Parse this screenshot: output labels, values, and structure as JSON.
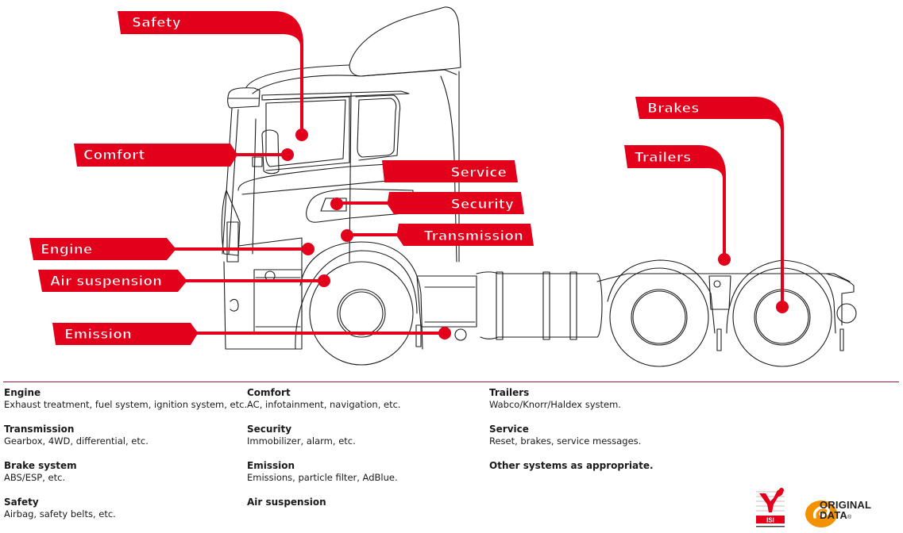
{
  "colors": {
    "accent": "#e2001a",
    "divider": "#a5173a",
    "logo_orange": "#f39200",
    "line": "#1c1c1c"
  },
  "callouts": [
    {
      "id": "safety",
      "label": "Safety"
    },
    {
      "id": "comfort",
      "label": "Comfort"
    },
    {
      "id": "service",
      "label": "Service"
    },
    {
      "id": "security",
      "label": "Security"
    },
    {
      "id": "transmission",
      "label": "Transmission"
    },
    {
      "id": "engine",
      "label": "Engine"
    },
    {
      "id": "air_suspension",
      "label": "Air suspension"
    },
    {
      "id": "emission",
      "label": "Emission"
    },
    {
      "id": "brakes",
      "label": "Brakes"
    },
    {
      "id": "trailers",
      "label": "Trailers"
    }
  ],
  "legend": {
    "columns": [
      [
        {
          "title": "Engine",
          "desc": "Exhaust treatment, fuel system, ignition system, etc."
        },
        {
          "title": "Transmission",
          "desc": "Gearbox, 4WD, differential, etc."
        },
        {
          "title": "Brake system",
          "desc": "ABS/ESP, etc."
        },
        {
          "title": "Safety",
          "desc": "Airbag, safety belts, etc."
        }
      ],
      [
        {
          "title": "Comfort",
          "desc": "AC, infotainment, navigation, etc."
        },
        {
          "title": "Security",
          "desc": "Immobilizer, alarm, etc."
        },
        {
          "title": "Emission",
          "desc": "Emissions, particle filter, AdBlue."
        },
        {
          "title": "Air suspension",
          "desc": ""
        }
      ],
      [
        {
          "title": "Trailers",
          "desc": "Wabco/Knorr/Haldex system."
        },
        {
          "title": "Service",
          "desc": "Reset, brakes, service messages."
        },
        {
          "title": "Other systems as appropriate.",
          "desc": ""
        }
      ]
    ]
  },
  "logos": {
    "isi": {
      "label": "ISI"
    },
    "original_data": {
      "line1": "ORIGINAL",
      "line2": "DATA",
      "mark": "®"
    }
  }
}
